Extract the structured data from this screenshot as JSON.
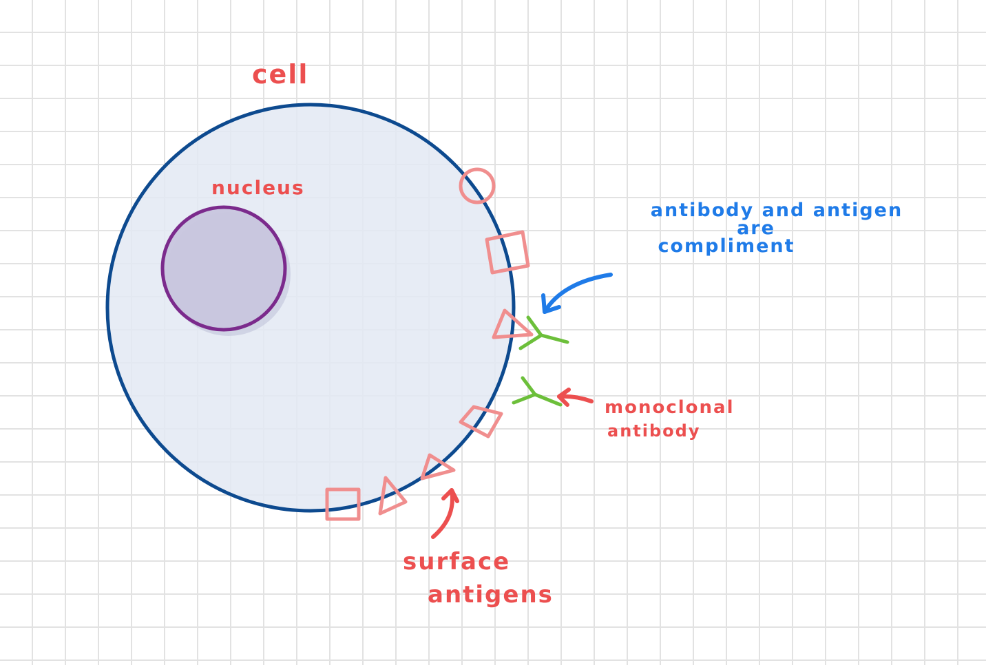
{
  "labels": {
    "cell": "cell",
    "nucleus": "nucleus",
    "complement_line1": "antibody and antigen",
    "complement_line2": "are",
    "complement_line3": "compliment",
    "monoclonal_line1": "monoclonal",
    "monoclonal_line2": "antibody",
    "surface_line1": "surface",
    "surface_line2": "antigens"
  },
  "colors": {
    "cell_outline": "#0d4a8f",
    "cell_fill": "#e3e9f3",
    "nucleus_outline": "#7b2a8c",
    "nucleus_fill": "#c8c6de",
    "antigen": "#f08e8e",
    "antibody": "#6cbf3a",
    "label_red": "#ec4f4f",
    "label_blue": "#1f7be8"
  },
  "antigens": [
    "circle",
    "square",
    "triangle",
    "square",
    "triangle",
    "triangle",
    "square"
  ],
  "antibodies": [
    "bound-antibody",
    "free-antibody"
  ]
}
